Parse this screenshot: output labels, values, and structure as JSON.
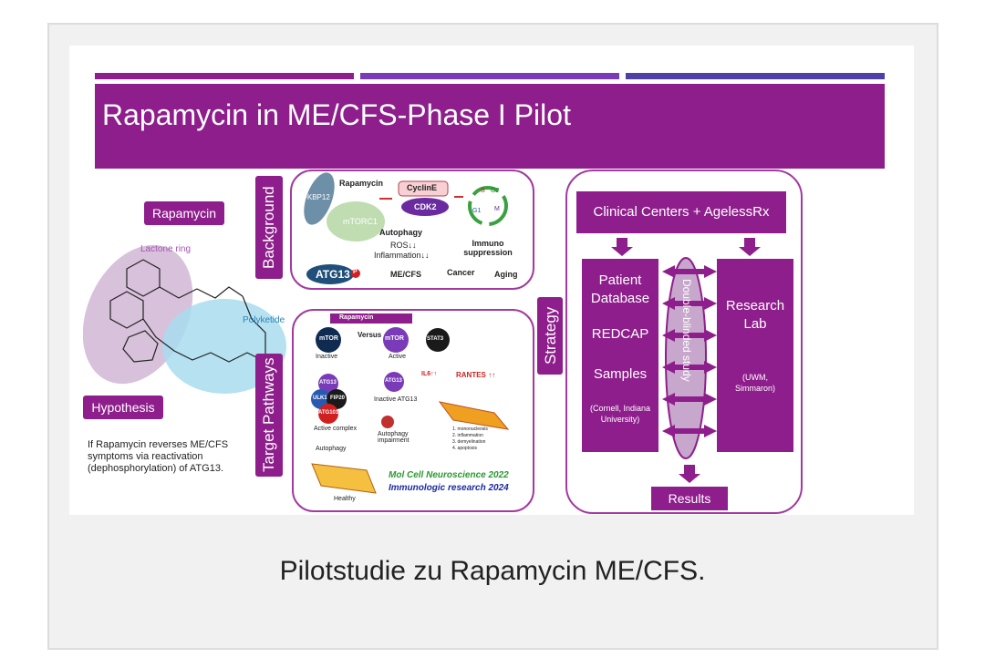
{
  "slide": {
    "title": "Rapamycin in ME/CFS-Phase I Pilot",
    "left": {
      "rapamycin_label": "Rapamycin",
      "lactone": "Lactone ring",
      "polyketide": "Polyketide",
      "hypothesis_label": "Hypothesis",
      "hypothesis_text": "If Rapamycin reverses ME/CFS symptoms via reactivation (dephosphorylation) of ATG13."
    },
    "background_label": "Background",
    "background": {
      "rapamycin": "Rapamycin",
      "fkbp12": "FKBP12",
      "mtorc1": "mTORC1",
      "cycline": "CyclinE",
      "cdk2": "CDK2",
      "autophagy": "Autophagy",
      "ros": "ROS↓↓",
      "inflammation": "Inflammation↓↓",
      "mecfs": "ME/CFS",
      "atg13": "ATG13",
      "p": "P",
      "g1": "G1",
      "s": "S",
      "g2": "G2",
      "m": "M",
      "immuno": "Immuno suppression",
      "cancer": "Cancer",
      "aging": "Aging"
    },
    "target_label": "Target Pathways",
    "target": {
      "rapamycin": "Rapamycin",
      "mtor_inactive_node": "mTOR",
      "versus": "Versus",
      "mtor_active_node": "mTOR",
      "stat3": "STAT3",
      "inactive": "Inactive",
      "active": "Active",
      "atg13": "ATG13",
      "atg13b": "ATG13",
      "ulk1": "ULK1",
      "fip20": "FIP20",
      "atg101": "ATG101",
      "inactive_atg13": "Inactive ATG13",
      "il6": "IL6↑↑",
      "rantes": "RANTES ↑↑",
      "active_complex": "Active complex",
      "autophagy_impairment": "Autophagy impairment",
      "autophagy": "Autophagy",
      "healthy": "Healthy",
      "list1": "1. mononucleosis",
      "list2": "2. inflammation",
      "list3": "3. demyelination",
      "list4": "4. apoptosis",
      "ref1": "Mol Cell Neuroscience 2022",
      "ref2": "Immunologic research 2024"
    },
    "strategy_label": "Strategy",
    "strategy": {
      "centers": "Clinical Centers + AgelessRx",
      "patient_db": "Patient Database",
      "redcap": "REDCAP",
      "samples": "Samples",
      "cornell": "(Cornell, Indiana University)",
      "double_blinded": "Double-blinded study",
      "research_lab": "Research Lab",
      "uwm": "(UWM, Simmaron)",
      "results": "Results"
    }
  },
  "caption": "Pilotstudie zu Rapamycin ME/CFS.",
  "colors": {
    "purple": "#8e1e8c",
    "mid_purple": "#7a3bb8",
    "blue_purple": "#4f3fa6"
  }
}
